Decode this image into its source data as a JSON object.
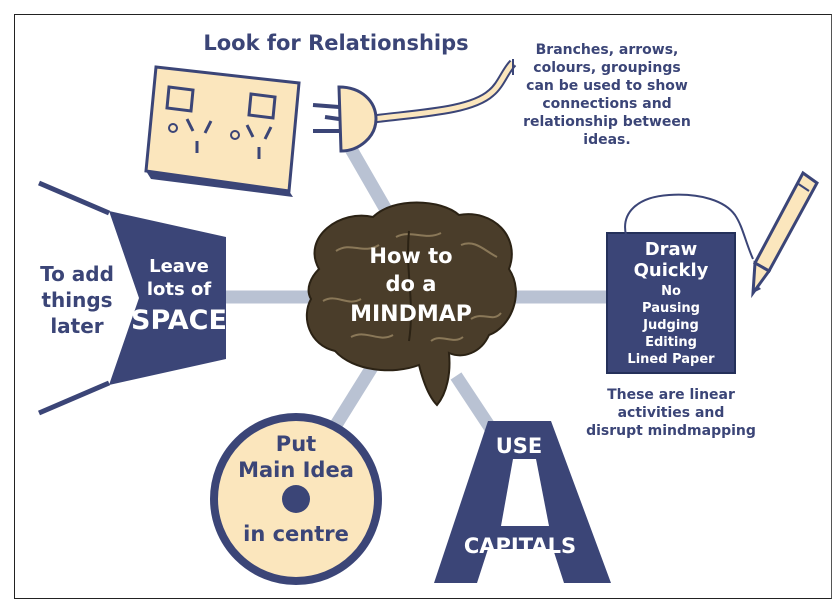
{
  "title": "Look for Relationships",
  "relationships_note": [
    "Branches, arrows,",
    "colours, groupings",
    "can be used to show",
    "connections and",
    "relationship between",
    "ideas."
  ],
  "center": [
    "How to",
    "do a",
    "MINDMAP"
  ],
  "space_box": [
    "Leave",
    "lots of",
    "SPACE"
  ],
  "space_note": [
    "To add",
    "things",
    "later"
  ],
  "draw_box": {
    "heading": [
      "Draw",
      "Quickly"
    ],
    "items": [
      "No",
      "Pausing",
      "Judging",
      "Editing",
      "Lined Paper"
    ]
  },
  "draw_note": [
    "These are linear",
    "activities and",
    "disrupt mindmapping"
  ],
  "main_idea": [
    "Put",
    "Main Idea",
    "in centre"
  ],
  "capitals": {
    "top": "USE",
    "letter": "A",
    "bottom": "CAPITALS"
  },
  "colors": {
    "navy": "#3b4577",
    "cream": "#fbe6bd",
    "branch": "#b9c2d3",
    "white": "#ffffff",
    "brain": "#4a3d2a"
  }
}
